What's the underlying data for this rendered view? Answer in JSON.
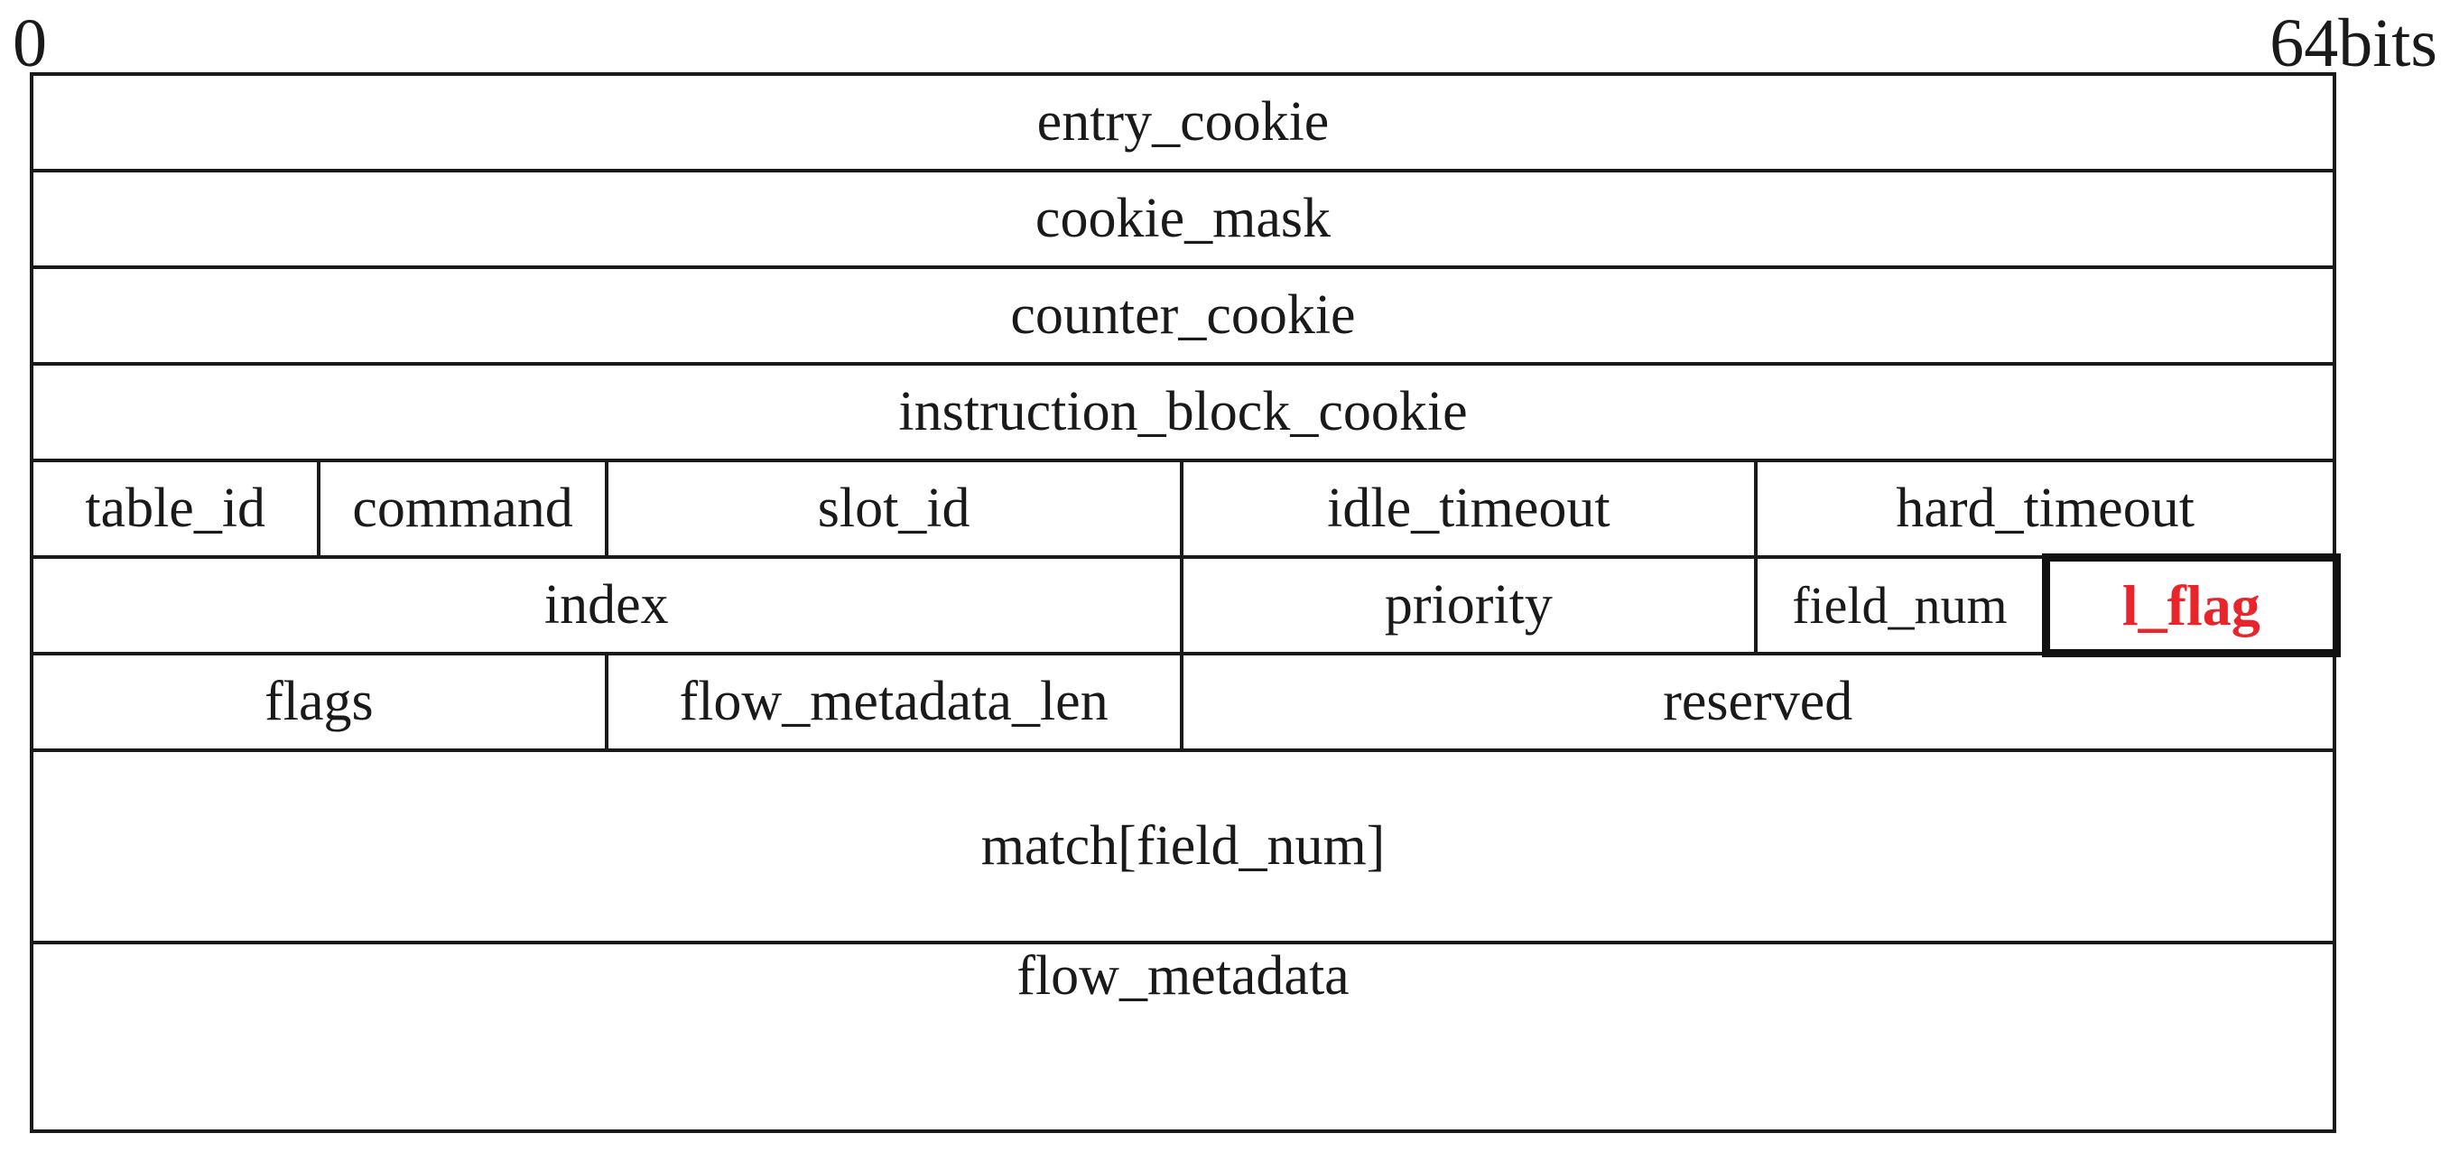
{
  "bit_labels": {
    "start": "0",
    "end": "64bits"
  },
  "rows": {
    "entry_cookie": "entry_cookie",
    "cookie_mask": "cookie_mask",
    "counter_cookie": "counter_cookie",
    "instruction_block_cookie": "instruction_block_cookie",
    "row5": {
      "table_id": "table_id",
      "command": "command",
      "slot_id": "slot_id",
      "idle_timeout": "idle_timeout",
      "hard_timeout": "hard_timeout"
    },
    "row6": {
      "index": "index",
      "priority": "priority",
      "field_num": "field_num",
      "l_flag": "l_flag"
    },
    "row7": {
      "flags": "flags",
      "flow_metadata_len": "flow_metadata_len",
      "reserved": "reserved"
    },
    "match": "match[field_num]",
    "flow_metadata": "flow_metadata"
  },
  "colors": {
    "highlight_text": "#e8252a",
    "line": "#1a1a1a"
  }
}
